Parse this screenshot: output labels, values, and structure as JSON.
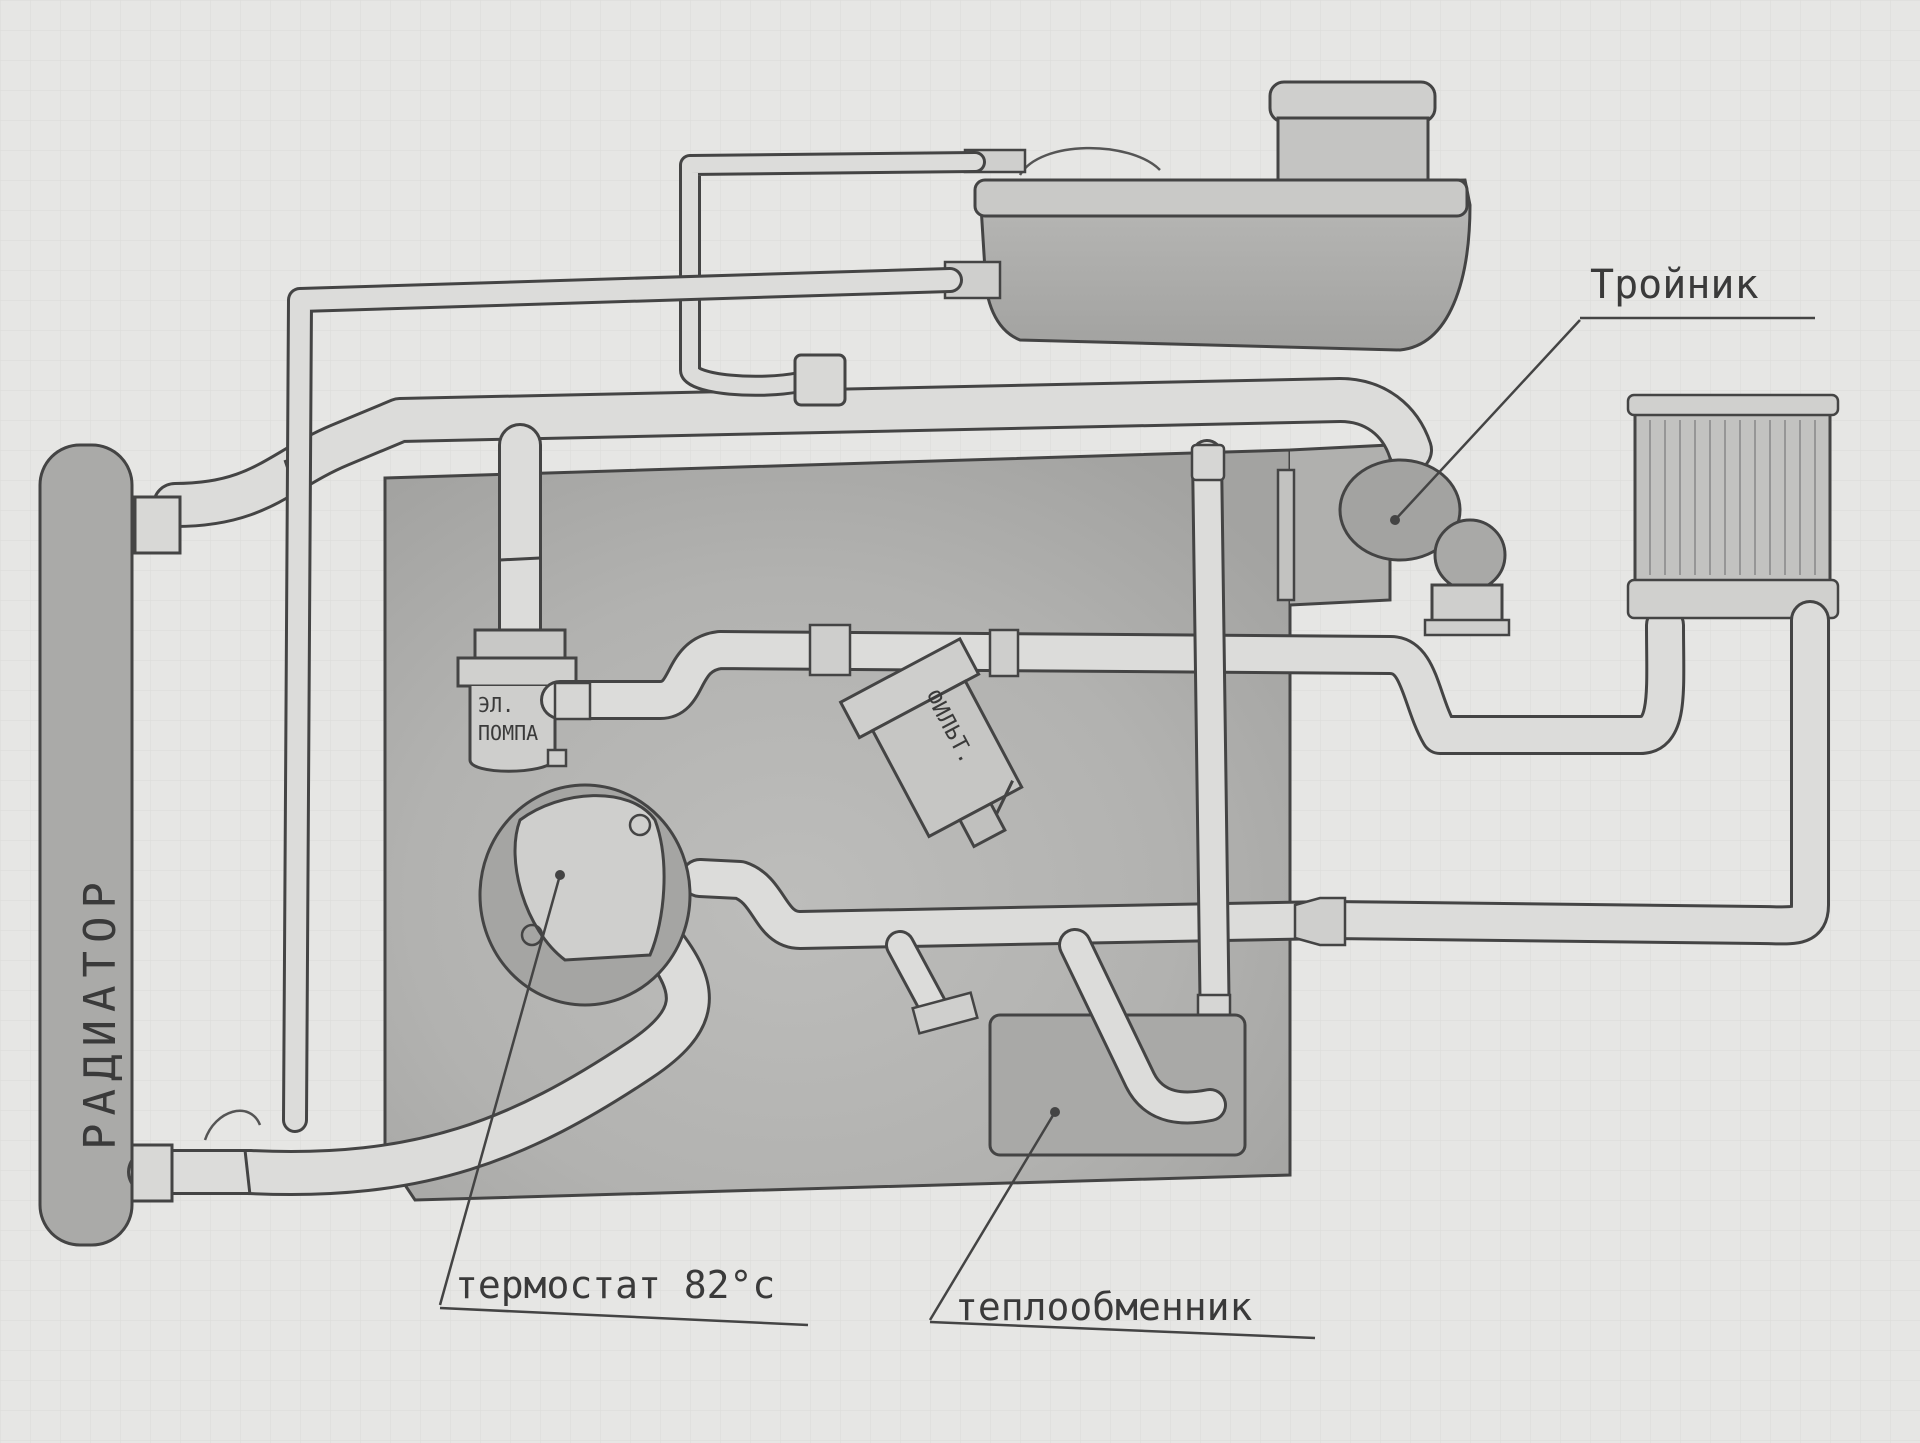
{
  "labels": {
    "radiator": "РАДИАТОР",
    "tee": "Тройник",
    "thermostat": "термостат 82°c",
    "heat_exchanger": "теплообменник",
    "pump": "ЭЛ. ПОМПА",
    "filter": "ФИЛЬТ."
  },
  "colors": {
    "paper": "#e6e6e4",
    "pencil": "#444444",
    "shade": "#a9a9a9"
  }
}
